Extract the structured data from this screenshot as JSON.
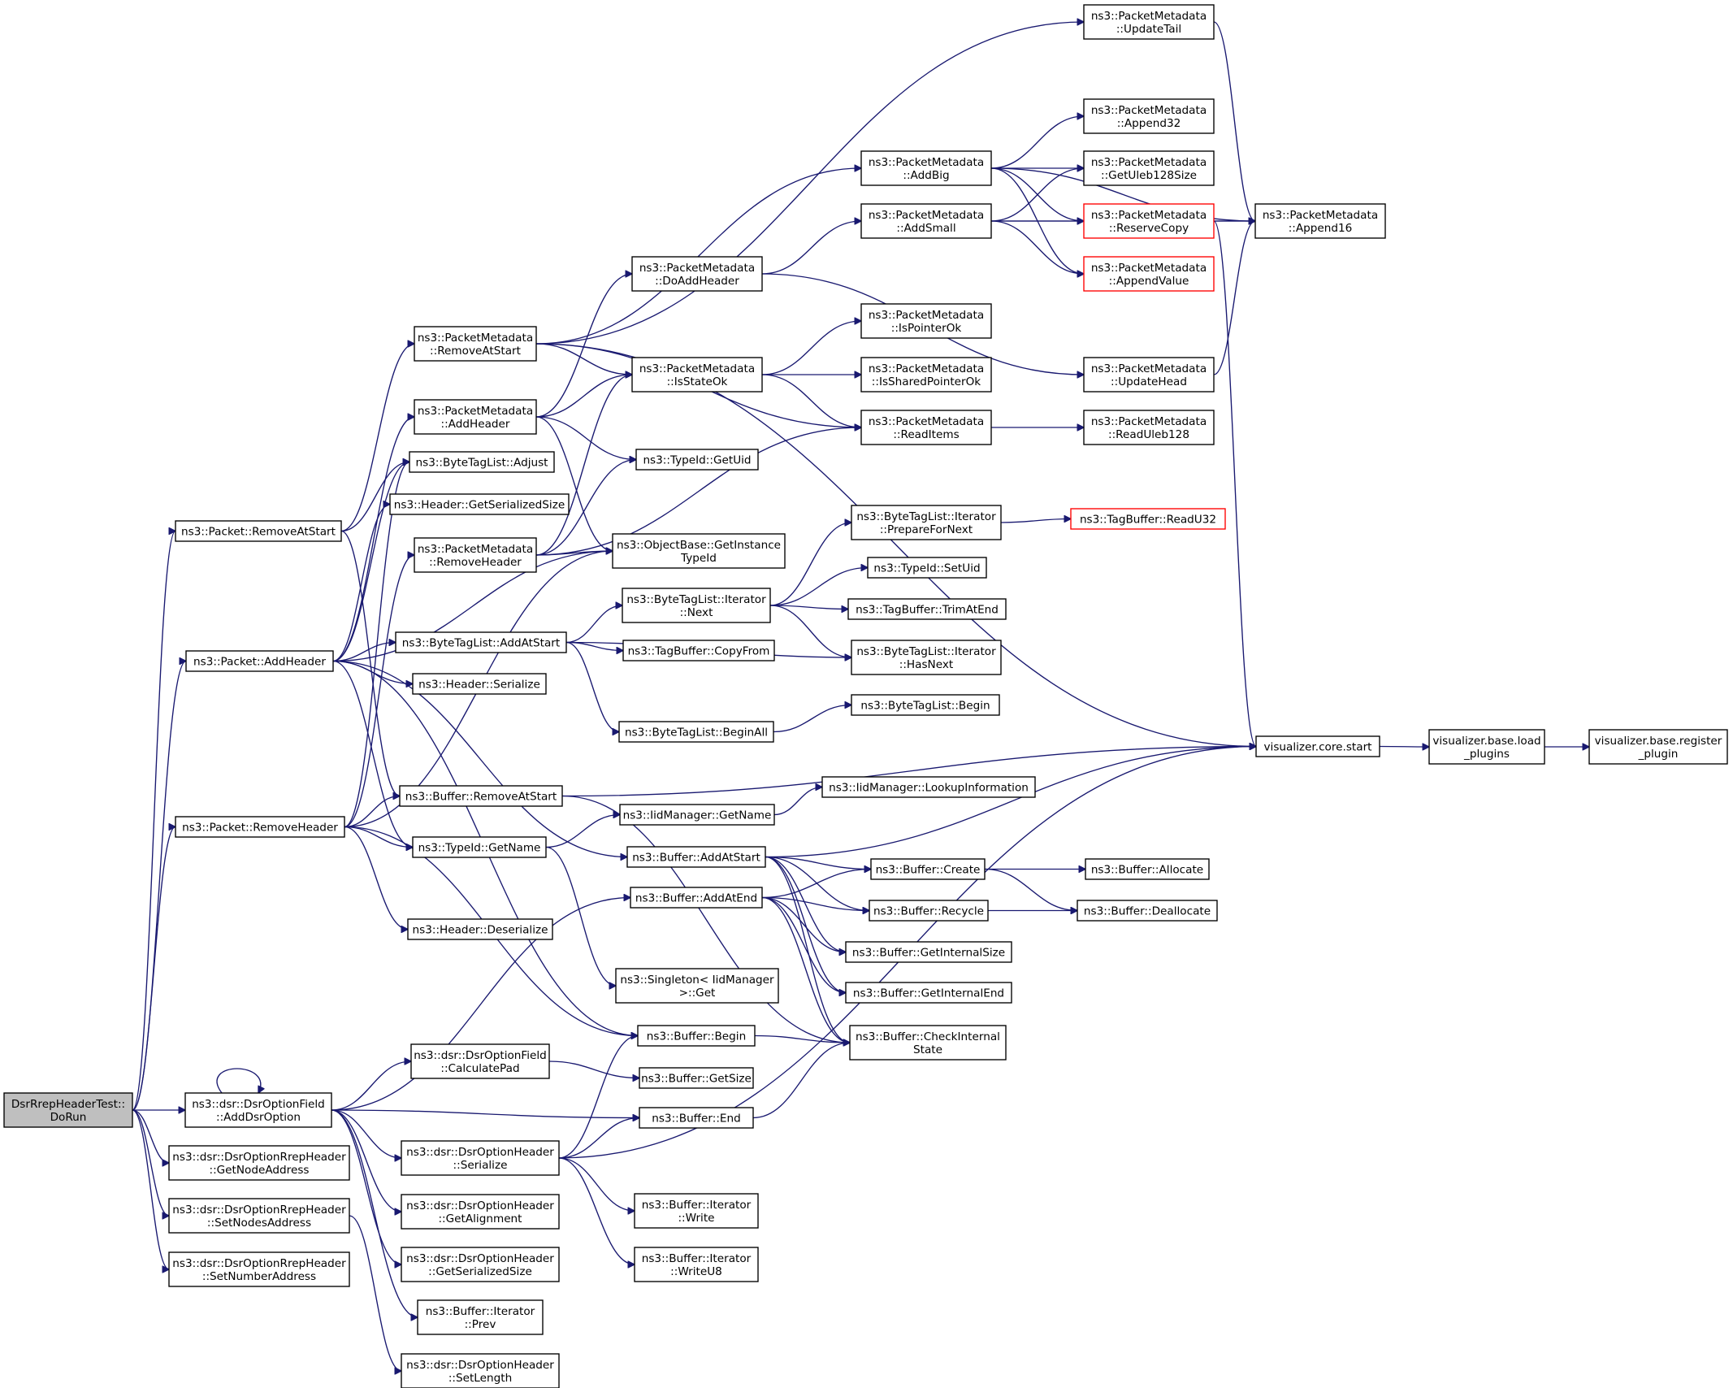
{
  "diagram": {
    "type": "call-graph",
    "colors": {
      "edge": "#191970",
      "root_fill": "#bfbfbf",
      "node_fill": "#ffffff",
      "node_border": "#000000",
      "truncated_border": "#ff0000"
    },
    "nodes": [
      {
        "id": "root",
        "lines": [
          "DsrRrepHeaderTest::",
          "DoRun"
        ],
        "style": "root"
      },
      {
        "id": "pkt_remove_at_start",
        "lines": [
          "ns3::Packet::RemoveAtStart"
        ]
      },
      {
        "id": "pkt_add_header",
        "lines": [
          "ns3::Packet::AddHeader"
        ]
      },
      {
        "id": "pkt_remove_header",
        "lines": [
          "ns3::Packet::RemoveHeader"
        ]
      },
      {
        "id": "dsr_add_option",
        "lines": [
          "ns3::dsr::DsrOptionField",
          "::AddDsrOption"
        ]
      },
      {
        "id": "rrep_get_node_address",
        "lines": [
          "ns3::dsr::DsrOptionRrepHeader",
          "::GetNodeAddress"
        ]
      },
      {
        "id": "rrep_set_nodes_address",
        "lines": [
          "ns3::dsr::DsrOptionRrepHeader",
          "::SetNodesAddress"
        ]
      },
      {
        "id": "rrep_set_number_address",
        "lines": [
          "ns3::dsr::DsrOptionRrepHeader",
          "::SetNumberAddress"
        ]
      },
      {
        "id": "pm_remove_at_start",
        "lines": [
          "ns3::PacketMetadata",
          "::RemoveAtStart"
        ]
      },
      {
        "id": "pm_add_header",
        "lines": [
          "ns3::PacketMetadata",
          "::AddHeader"
        ]
      },
      {
        "id": "btl_adjust",
        "lines": [
          "ns3::ByteTagList::Adjust"
        ]
      },
      {
        "id": "hdr_get_serialized_size",
        "lines": [
          "ns3::Header::GetSerializedSize"
        ]
      },
      {
        "id": "pm_remove_header",
        "lines": [
          "ns3::PacketMetadata",
          "::RemoveHeader"
        ]
      },
      {
        "id": "btl_add_at_start",
        "lines": [
          "ns3::ByteTagList::AddAtStart"
        ]
      },
      {
        "id": "hdr_serialize",
        "lines": [
          "ns3::Header::Serialize"
        ]
      },
      {
        "id": "buf_remove_at_start",
        "lines": [
          "ns3::Buffer::RemoveAtStart"
        ]
      },
      {
        "id": "typeid_get_name",
        "lines": [
          "ns3::TypeId::GetName"
        ]
      },
      {
        "id": "hdr_deserialize",
        "lines": [
          "ns3::Header::Deserialize"
        ]
      },
      {
        "id": "field_calculate_pad",
        "lines": [
          "ns3::dsr::DsrOptionField",
          "::CalculatePad"
        ]
      },
      {
        "id": "oh_serialize",
        "lines": [
          "ns3::dsr::DsrOptionHeader",
          "::Serialize"
        ]
      },
      {
        "id": "oh_get_alignment",
        "lines": [
          "ns3::dsr::DsrOptionHeader",
          "::GetAlignment"
        ]
      },
      {
        "id": "oh_get_serialized_size",
        "lines": [
          "ns3::dsr::DsrOptionHeader",
          "::GetSerializedSize"
        ]
      },
      {
        "id": "bufit_prev",
        "lines": [
          "ns3::Buffer::Iterator",
          "::Prev"
        ]
      },
      {
        "id": "oh_set_length",
        "lines": [
          "ns3::dsr::DsrOptionHeader",
          "::SetLength"
        ]
      },
      {
        "id": "pm_do_add_header",
        "lines": [
          "ns3::PacketMetadata",
          "::DoAddHeader"
        ]
      },
      {
        "id": "pm_is_state_ok",
        "lines": [
          "ns3::PacketMetadata",
          "::IsStateOk"
        ]
      },
      {
        "id": "typeid_get_uid",
        "lines": [
          "ns3::TypeId::GetUid"
        ]
      },
      {
        "id": "ob_get_instance_typeid",
        "lines": [
          "ns3::ObjectBase::GetInstance",
          "TypeId"
        ]
      },
      {
        "id": "btlit_next",
        "lines": [
          "ns3::ByteTagList::Iterator",
          "::Next"
        ]
      },
      {
        "id": "tb_copy_from",
        "lines": [
          "ns3::TagBuffer::CopyFrom"
        ]
      },
      {
        "id": "btl_begin_all",
        "lines": [
          "ns3::ByteTagList::BeginAll"
        ]
      },
      {
        "id": "iid_get_name",
        "lines": [
          "ns3::IidManager::GetName"
        ]
      },
      {
        "id": "buf_add_at_start",
        "lines": [
          "ns3::Buffer::AddAtStart"
        ]
      },
      {
        "id": "buf_add_at_end",
        "lines": [
          "ns3::Buffer::AddAtEnd"
        ]
      },
      {
        "id": "singleton_get",
        "lines": [
          "ns3::Singleton< IidManager",
          ">::Get"
        ]
      },
      {
        "id": "buf_begin",
        "lines": [
          "ns3::Buffer::Begin"
        ]
      },
      {
        "id": "buf_get_size",
        "lines": [
          "ns3::Buffer::GetSize"
        ]
      },
      {
        "id": "buf_end",
        "lines": [
          "ns3::Buffer::End"
        ]
      },
      {
        "id": "bufit_write",
        "lines": [
          "ns3::Buffer::Iterator",
          "::Write"
        ]
      },
      {
        "id": "bufit_write_u8",
        "lines": [
          "ns3::Buffer::Iterator",
          "::WriteU8"
        ]
      },
      {
        "id": "pm_add_big",
        "lines": [
          "ns3::PacketMetadata",
          "::AddBig"
        ]
      },
      {
        "id": "pm_add_small",
        "lines": [
          "ns3::PacketMetadata",
          "::AddSmall"
        ]
      },
      {
        "id": "pm_is_pointer_ok",
        "lines": [
          "ns3::PacketMetadata",
          "::IsPointerOk"
        ]
      },
      {
        "id": "pm_is_shared_pointer_ok",
        "lines": [
          "ns3::PacketMetadata",
          "::IsSharedPointerOk"
        ]
      },
      {
        "id": "pm_read_items",
        "lines": [
          "ns3::PacketMetadata",
          "::ReadItems"
        ]
      },
      {
        "id": "btlit_prepare_for_next",
        "lines": [
          "ns3::ByteTagList::Iterator",
          "::PrepareForNext"
        ]
      },
      {
        "id": "typeid_set_uid",
        "lines": [
          "ns3::TypeId::SetUid"
        ]
      },
      {
        "id": "tb_trim_at_end",
        "lines": [
          "ns3::TagBuffer::TrimAtEnd"
        ]
      },
      {
        "id": "btlit_has_next",
        "lines": [
          "ns3::ByteTagList::Iterator",
          "::HasNext"
        ]
      },
      {
        "id": "btl_begin",
        "lines": [
          "ns3::ByteTagList::Begin"
        ]
      },
      {
        "id": "iid_lookup_information",
        "lines": [
          "ns3::IidManager::LookupInformation"
        ]
      },
      {
        "id": "buf_create",
        "lines": [
          "ns3::Buffer::Create"
        ]
      },
      {
        "id": "buf_recycle",
        "lines": [
          "ns3::Buffer::Recycle"
        ]
      },
      {
        "id": "buf_get_internal_size",
        "lines": [
          "ns3::Buffer::GetInternalSize"
        ]
      },
      {
        "id": "buf_get_internal_end",
        "lines": [
          "ns3::Buffer::GetInternalEnd"
        ]
      },
      {
        "id": "buf_check_internal_state",
        "lines": [
          "ns3::Buffer::CheckInternal",
          "State"
        ]
      },
      {
        "id": "pm_update_tail",
        "lines": [
          "ns3::PacketMetadata",
          "::UpdateTail"
        ]
      },
      {
        "id": "pm_append32",
        "lines": [
          "ns3::PacketMetadata",
          "::Append32"
        ]
      },
      {
        "id": "pm_get_uleb128_size",
        "lines": [
          "ns3::PacketMetadata",
          "::GetUleb128Size"
        ]
      },
      {
        "id": "pm_reserve_copy",
        "lines": [
          "ns3::PacketMetadata",
          "::ReserveCopy"
        ],
        "style": "red"
      },
      {
        "id": "pm_append_value",
        "lines": [
          "ns3::PacketMetadata",
          "::AppendValue"
        ],
        "style": "red"
      },
      {
        "id": "pm_update_head",
        "lines": [
          "ns3::PacketMetadata",
          "::UpdateHead"
        ]
      },
      {
        "id": "pm_read_uleb128",
        "lines": [
          "ns3::PacketMetadata",
          "::ReadUleb128"
        ]
      },
      {
        "id": "tb_read_u32",
        "lines": [
          "ns3::TagBuffer::ReadU32"
        ],
        "style": "red"
      },
      {
        "id": "viz_core_start",
        "lines": [
          "visualizer.core.start"
        ]
      },
      {
        "id": "buf_allocate",
        "lines": [
          "ns3::Buffer::Allocate"
        ]
      },
      {
        "id": "buf_deallocate",
        "lines": [
          "ns3::Buffer::Deallocate"
        ]
      },
      {
        "id": "pm_append16",
        "lines": [
          "ns3::PacketMetadata",
          "::Append16"
        ]
      },
      {
        "id": "viz_load_plugins",
        "lines": [
          "visualizer.base.load",
          "_plugins"
        ]
      },
      {
        "id": "viz_register_plugin",
        "lines": [
          "visualizer.base.register",
          "_plugin"
        ]
      }
    ],
    "edges": [
      [
        "root",
        "pkt_remove_at_start"
      ],
      [
        "root",
        "pkt_add_header"
      ],
      [
        "root",
        "pkt_remove_header"
      ],
      [
        "root",
        "dsr_add_option"
      ],
      [
        "root",
        "rrep_get_node_address"
      ],
      [
        "root",
        "rrep_set_nodes_address"
      ],
      [
        "root",
        "rrep_set_number_address"
      ],
      [
        "pkt_remove_at_start",
        "pm_remove_at_start"
      ],
      [
        "pkt_remove_at_start",
        "btl_adjust"
      ],
      [
        "pkt_remove_at_start",
        "buf_remove_at_start"
      ],
      [
        "pkt_add_header",
        "pm_add_header"
      ],
      [
        "pkt_add_header",
        "btl_adjust"
      ],
      [
        "pkt_add_header",
        "hdr_get_serialized_size"
      ],
      [
        "pkt_add_header",
        "ob_get_instance_typeid"
      ],
      [
        "pkt_add_header",
        "btl_add_at_start"
      ],
      [
        "pkt_add_header",
        "hdr_serialize"
      ],
      [
        "pkt_add_header",
        "typeid_get_name"
      ],
      [
        "pkt_add_header",
        "buf_add_at_start"
      ],
      [
        "pkt_add_header",
        "buf_begin"
      ],
      [
        "pkt_remove_header",
        "pm_remove_header"
      ],
      [
        "pkt_remove_header",
        "btl_adjust"
      ],
      [
        "pkt_remove_header",
        "ob_get_instance_typeid"
      ],
      [
        "pkt_remove_header",
        "buf_remove_at_start"
      ],
      [
        "pkt_remove_header",
        "typeid_get_name"
      ],
      [
        "pkt_remove_header",
        "hdr_deserialize"
      ],
      [
        "pkt_remove_header",
        "buf_begin"
      ],
      [
        "dsr_add_option",
        "dsr_add_option"
      ],
      [
        "dsr_add_option",
        "buf_add_at_end"
      ],
      [
        "dsr_add_option",
        "field_calculate_pad"
      ],
      [
        "dsr_add_option",
        "buf_end"
      ],
      [
        "dsr_add_option",
        "oh_serialize"
      ],
      [
        "dsr_add_option",
        "oh_get_alignment"
      ],
      [
        "dsr_add_option",
        "oh_get_serialized_size"
      ],
      [
        "dsr_add_option",
        "bufit_prev"
      ],
      [
        "rrep_set_nodes_address",
        "oh_set_length"
      ],
      [
        "pm_remove_at_start",
        "pm_update_tail"
      ],
      [
        "pm_remove_at_start",
        "pm_add_big"
      ],
      [
        "pm_remove_at_start",
        "pm_is_state_ok"
      ],
      [
        "pm_remove_at_start",
        "pm_read_items"
      ],
      [
        "pm_remove_at_start",
        "viz_core_start"
      ],
      [
        "pm_add_header",
        "pm_do_add_header"
      ],
      [
        "pm_add_header",
        "pm_is_state_ok"
      ],
      [
        "pm_add_header",
        "typeid_get_uid"
      ],
      [
        "pm_add_header",
        "ob_get_instance_typeid"
      ],
      [
        "pm_remove_header",
        "pm_is_state_ok"
      ],
      [
        "pm_remove_header",
        "typeid_get_uid"
      ],
      [
        "pm_remove_header",
        "ob_get_instance_typeid"
      ],
      [
        "pm_remove_header",
        "pm_read_items"
      ],
      [
        "btl_add_at_start",
        "btlit_next"
      ],
      [
        "btl_add_at_start",
        "tb_copy_from"
      ],
      [
        "btl_add_at_start",
        "btlit_has_next"
      ],
      [
        "btl_add_at_start",
        "btl_begin_all"
      ],
      [
        "buf_remove_at_start",
        "viz_core_start"
      ],
      [
        "buf_remove_at_start",
        "buf_check_internal_state"
      ],
      [
        "typeid_get_name",
        "iid_get_name"
      ],
      [
        "typeid_get_name",
        "singleton_get"
      ],
      [
        "field_calculate_pad",
        "buf_get_size"
      ],
      [
        "oh_serialize",
        "buf_begin"
      ],
      [
        "oh_serialize",
        "buf_end"
      ],
      [
        "oh_serialize",
        "viz_core_start"
      ],
      [
        "oh_serialize",
        "bufit_write"
      ],
      [
        "oh_serialize",
        "bufit_write_u8"
      ],
      [
        "pm_do_add_header",
        "pm_add_small"
      ],
      [
        "pm_do_add_header",
        "pm_update_head"
      ],
      [
        "pm_is_state_ok",
        "pm_is_pointer_ok"
      ],
      [
        "pm_is_state_ok",
        "pm_is_shared_pointer_ok"
      ],
      [
        "pm_is_state_ok",
        "pm_read_items"
      ],
      [
        "btlit_next",
        "btlit_prepare_for_next"
      ],
      [
        "btlit_next",
        "typeid_set_uid"
      ],
      [
        "btlit_next",
        "tb_trim_at_end"
      ],
      [
        "btlit_next",
        "btlit_has_next"
      ],
      [
        "btl_begin_all",
        "btl_begin"
      ],
      [
        "iid_get_name",
        "iid_lookup_information"
      ],
      [
        "buf_add_at_start",
        "viz_core_start"
      ],
      [
        "buf_add_at_start",
        "buf_create"
      ],
      [
        "buf_add_at_start",
        "buf_recycle"
      ],
      [
        "buf_add_at_start",
        "buf_get_internal_size"
      ],
      [
        "buf_add_at_start",
        "buf_get_internal_end"
      ],
      [
        "buf_add_at_start",
        "buf_check_internal_state"
      ],
      [
        "buf_add_at_end",
        "buf_create"
      ],
      [
        "buf_add_at_end",
        "buf_recycle"
      ],
      [
        "buf_add_at_end",
        "buf_get_internal_size"
      ],
      [
        "buf_add_at_end",
        "buf_get_internal_end"
      ],
      [
        "buf_add_at_end",
        "buf_check_internal_state"
      ],
      [
        "buf_begin",
        "buf_check_internal_state"
      ],
      [
        "buf_end",
        "buf_check_internal_state"
      ],
      [
        "pm_add_big",
        "pm_append16"
      ],
      [
        "pm_add_big",
        "pm_append32"
      ],
      [
        "pm_add_big",
        "pm_get_uleb128_size"
      ],
      [
        "pm_add_big",
        "pm_reserve_copy"
      ],
      [
        "pm_add_big",
        "pm_append_value"
      ],
      [
        "pm_add_small",
        "pm_get_uleb128_size"
      ],
      [
        "pm_add_small",
        "pm_reserve_copy"
      ],
      [
        "pm_add_small",
        "pm_append_value"
      ],
      [
        "pm_add_small",
        "pm_append16"
      ],
      [
        "pm_read_items",
        "pm_read_uleb128"
      ],
      [
        "btlit_prepare_for_next",
        "tb_read_u32"
      ],
      [
        "buf_create",
        "buf_allocate"
      ],
      [
        "buf_create",
        "buf_deallocate"
      ],
      [
        "buf_recycle",
        "buf_deallocate"
      ],
      [
        "pm_update_tail",
        "pm_append16"
      ],
      [
        "pm_reserve_copy",
        "pm_append16"
      ],
      [
        "pm_reserve_copy",
        "viz_core_start"
      ],
      [
        "pm_update_head",
        "pm_append16"
      ],
      [
        "viz_core_start",
        "viz_load_plugins"
      ],
      [
        "viz_load_plugins",
        "viz_register_plugin"
      ]
    ]
  }
}
